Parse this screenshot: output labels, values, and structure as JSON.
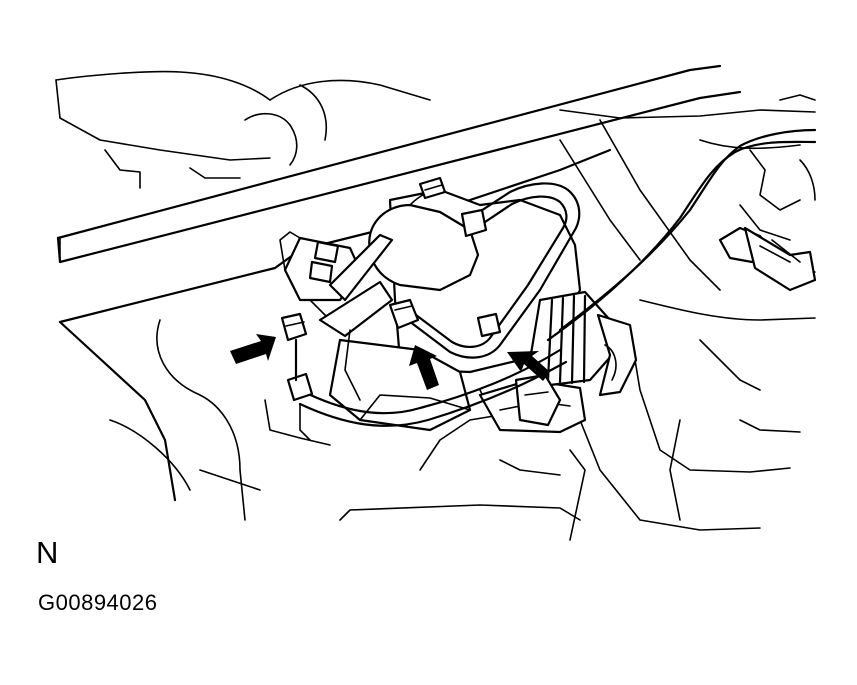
{
  "figure": {
    "orientation_label": "N",
    "figure_code": "G00894026"
  },
  "callouts": {
    "arrow_count": 3
  }
}
